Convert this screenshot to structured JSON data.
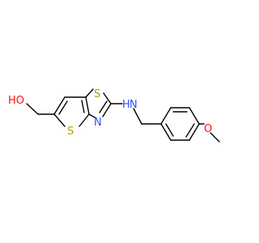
{
  "molecule": {
    "atoms": {
      "hydroxyl": "HO",
      "thiazole_sulfur": "S",
      "thiophene_sulfur": "S",
      "thiazole_nitrogen": "N",
      "amine": "H",
      "amine_nitrogen": "N",
      "methoxy_oxygen": "O"
    },
    "colors": {
      "bond": "#000000",
      "oxygen": "#ff0d0d",
      "sulfur": "#b2a000",
      "nitrogen": "#3050f8"
    }
  }
}
